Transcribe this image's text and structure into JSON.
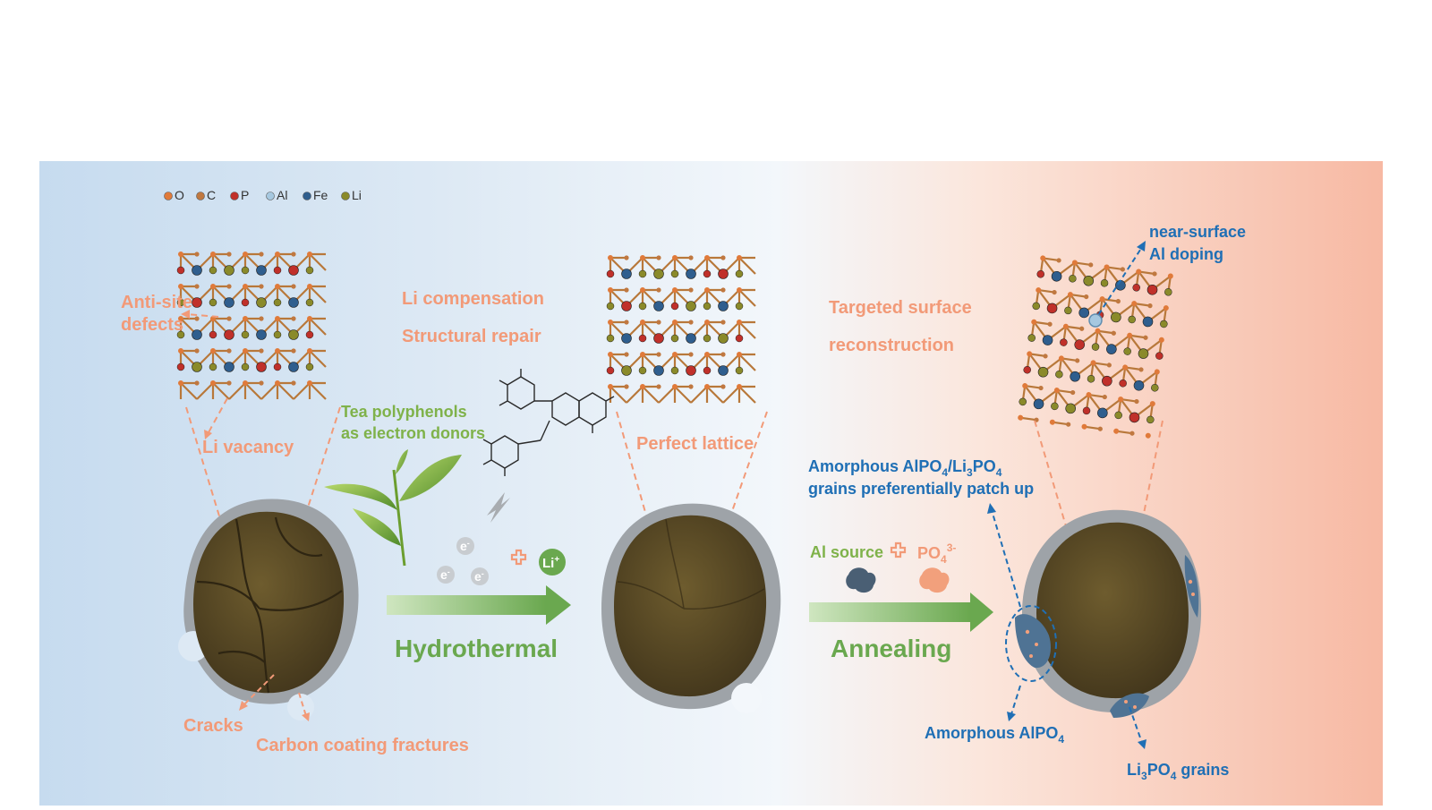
{
  "legend": [
    {
      "symbol": "O",
      "color": "#e07a3a"
    },
    {
      "symbol": "C",
      "color": "#c07840"
    },
    {
      "symbol": "P",
      "color": "#c0302a"
    },
    {
      "symbol": "Al",
      "color": "#a6c8e0"
    },
    {
      "symbol": "Fe",
      "color": "#2f5e8e"
    },
    {
      "symbol": "Li",
      "color": "#8a8a2a"
    }
  ],
  "labels": {
    "anti_site_1": "Anti-site",
    "anti_site_2": "defects",
    "li_vacancy": "Li vacancy",
    "li_compensation": "Li compensation",
    "structural_repair": "Structural repair",
    "tea_1": "Tea polyphenols",
    "tea_2": "as electron donors",
    "perfect_lattice": "Perfect lattice",
    "targeted_1": "Targeted surface",
    "targeted_2": "reconstruction",
    "near_surface_1": "near-surface",
    "near_surface_2": "Al doping",
    "amorphous_patch_1": "Amorphous AlPO",
    "amorphous_patch_1_mid": "/Li",
    "amorphous_patch_1_end": "PO",
    "amorphous_patch_2": "grains preferentially patch up",
    "al_source": "Al source",
    "po4": "PO",
    "po4_charge": "3-",
    "hydrothermal": "Hydrothermal",
    "annealing": "Annealing",
    "cracks": "Cracks",
    "carbon_fractures": "Carbon coating fractures",
    "amorphous_alpo4": "Amorphous AlPO",
    "li3po4_grains_a": "Li",
    "li3po4_grains_b": "PO",
    "li3po4_grains_c": " grains",
    "sub_4": "4",
    "sub_3": "3",
    "electron": "e",
    "electron_charge": "-",
    "li_plus": "Li",
    "li_plus_charge": "+"
  },
  "colors": {
    "orange_text": "#f29a78",
    "green_text": "#7fb24a",
    "blue_text": "#1f6fb5",
    "particle": "#5a4a26",
    "coating": "#9ea3a8",
    "arrow_green": "#6aa84f"
  }
}
